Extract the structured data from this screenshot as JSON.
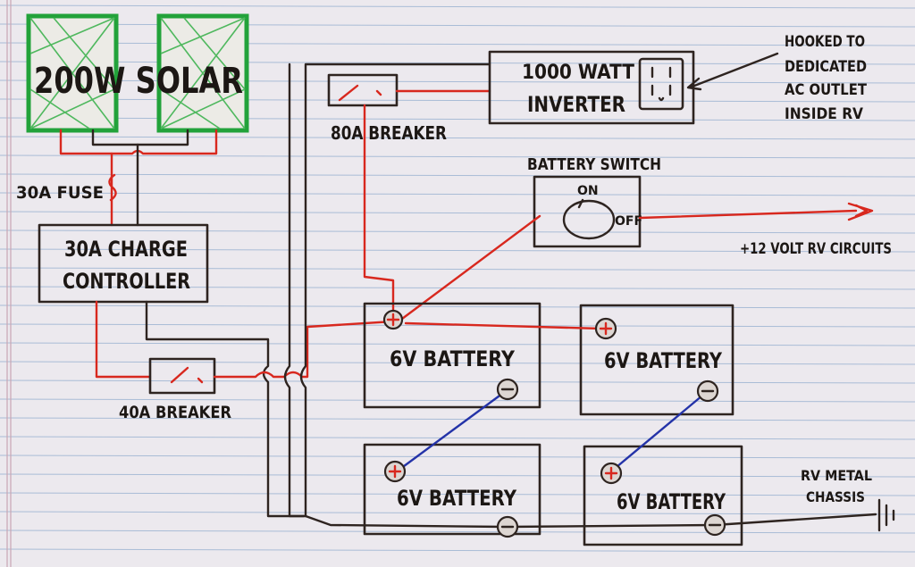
{
  "diagram": {
    "solar": {
      "label": "200W SOLAR"
    },
    "fuse": {
      "label": "30A FUSE"
    },
    "charge_controller": {
      "line1": "30A CHARGE",
      "line2": "CONTROLLER"
    },
    "breaker_40a": {
      "label": "40A BREAKER"
    },
    "breaker_80a": {
      "label": "80A BREAKER"
    },
    "inverter": {
      "line1": "1000 WATT",
      "line2": "INVERTER"
    },
    "outlet_note": {
      "line1": "HOOKED TO",
      "line2": "DEDICATED",
      "line3": "AC OUTLET",
      "line4": "INSIDE RV"
    },
    "battery_switch": {
      "label": "BATTERY SWITCH",
      "on": "ON",
      "off": "OFF"
    },
    "rv_circuits": {
      "label": "+12 VOLT RV CIRCUITS"
    },
    "batteries": [
      {
        "label": "6V BATTERY"
      },
      {
        "label": "6V BATTERY"
      },
      {
        "label": "6V BATTERY"
      },
      {
        "label": "6V BATTERY"
      }
    ],
    "chassis": {
      "line1": "RV METAL",
      "line2": "CHASSIS"
    },
    "colors": {
      "positive_wire": "#d8281e",
      "negative_wire": "#2e2420",
      "battery_link": "#2433a8",
      "solar_panel": "#22a23a"
    }
  }
}
